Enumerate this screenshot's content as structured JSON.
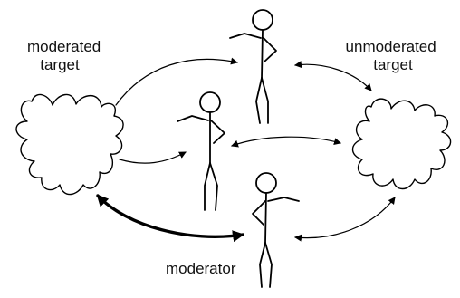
{
  "labels": {
    "moderated_target": [
      "moderated",
      "target"
    ],
    "unmoderated_target": [
      "unmoderated",
      "target"
    ],
    "moderator": "moderator"
  },
  "figures": [
    {
      "role": "top-figure",
      "pointing": "left"
    },
    {
      "role": "middle-figure",
      "pointing": "left"
    },
    {
      "role": "moderator-figure",
      "pointing": "right"
    }
  ],
  "arrows": [
    {
      "name": "arrow-moderated-to-top",
      "direction": "one-way"
    },
    {
      "name": "arrow-moderated-to-middle",
      "direction": "one-way"
    },
    {
      "name": "arrow-top-unmoderated",
      "direction": "two-way"
    },
    {
      "name": "arrow-middle-unmoderated",
      "direction": "two-way"
    },
    {
      "name": "arrow-moderator-unmoderated",
      "direction": "two-way"
    },
    {
      "name": "arrow-moderator-moderated",
      "direction": "two-way",
      "emphasis": "bold"
    }
  ],
  "colors": {
    "ink": "#000000",
    "background": "#ffffff"
  }
}
